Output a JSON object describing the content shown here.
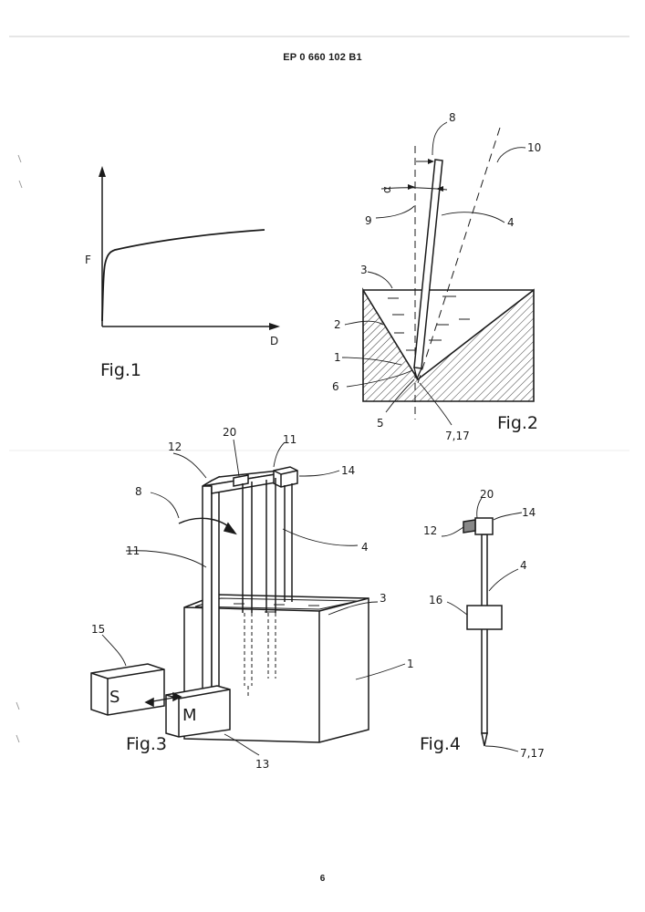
{
  "header": "EP 0 660 102 B1",
  "page_number": "6",
  "fig1": {
    "caption": "Fig.1",
    "y_axis": "F",
    "x_axis": "D"
  },
  "fig2": {
    "caption": "Fig.2",
    "labels": [
      "8",
      "10",
      "α",
      "9",
      "4",
      "3",
      "2",
      "1",
      "6",
      "5",
      "7,17"
    ]
  },
  "fig3": {
    "caption": "Fig.3",
    "labels": [
      "20",
      "11",
      "12",
      "14",
      "8",
      "11",
      "4",
      "3",
      "15",
      "1",
      "13"
    ],
    "box_s": "S",
    "box_m": "M"
  },
  "fig4": {
    "caption": "Fig.4",
    "labels": [
      "20",
      "14",
      "12",
      "4",
      "16",
      "7,17"
    ]
  }
}
